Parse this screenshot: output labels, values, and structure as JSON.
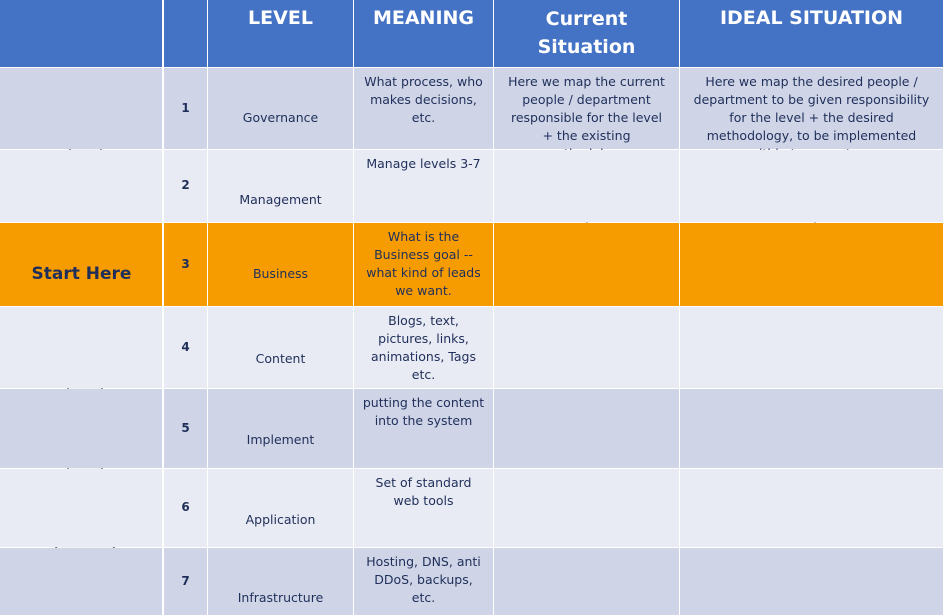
{
  "colors": {
    "header": "#4472c4",
    "row_dark": "#cfd5e7",
    "row_light": "#e9ebf4",
    "highlight": "#f79c00",
    "text": "#1f2f5a",
    "arrow_fill": "#f2f2f2",
    "arrow_stroke": "#555555"
  },
  "headers": {
    "level": "LEVEL",
    "meaning": "MEANING",
    "current": "Current Situation",
    "ideal": "IDEAL SITUATION"
  },
  "start_label": "Start Here",
  "rows": [
    {
      "num": "1",
      "level": "Governance",
      "meaning": "What process, who makes decisions, etc.",
      "current": "Here we map the current people / department responsible for the level + the existing methodology.",
      "ideal": "Here we map the desired people / department to be given responsibility for the level + the desired methodology, to be implemented within two quarters."
    },
    {
      "num": "2",
      "level": "Management",
      "meaning": "Manage levels 3-7",
      "current": "",
      "ideal": ""
    },
    {
      "num": "3",
      "level": "Business",
      "meaning": "What is the Business goal -- what kind of leads we want.",
      "current": "",
      "ideal": ""
    },
    {
      "num": "4",
      "level": "Content",
      "meaning": "Blogs, text, pictures, links, animations, Tags etc.",
      "current": "",
      "ideal": ""
    },
    {
      "num": "5",
      "level": "Implement",
      "meaning": "putting the content into the system",
      "current": "",
      "ideal": ""
    },
    {
      "num": "6",
      "level": "Application",
      "meaning": "Set of standard web tools",
      "current": "",
      "ideal": ""
    },
    {
      "num": "7",
      "level": "Infrastructure",
      "meaning": "Hosting, DNS, anti DDoS, backups, etc.",
      "current": "",
      "ideal": ""
    }
  ]
}
